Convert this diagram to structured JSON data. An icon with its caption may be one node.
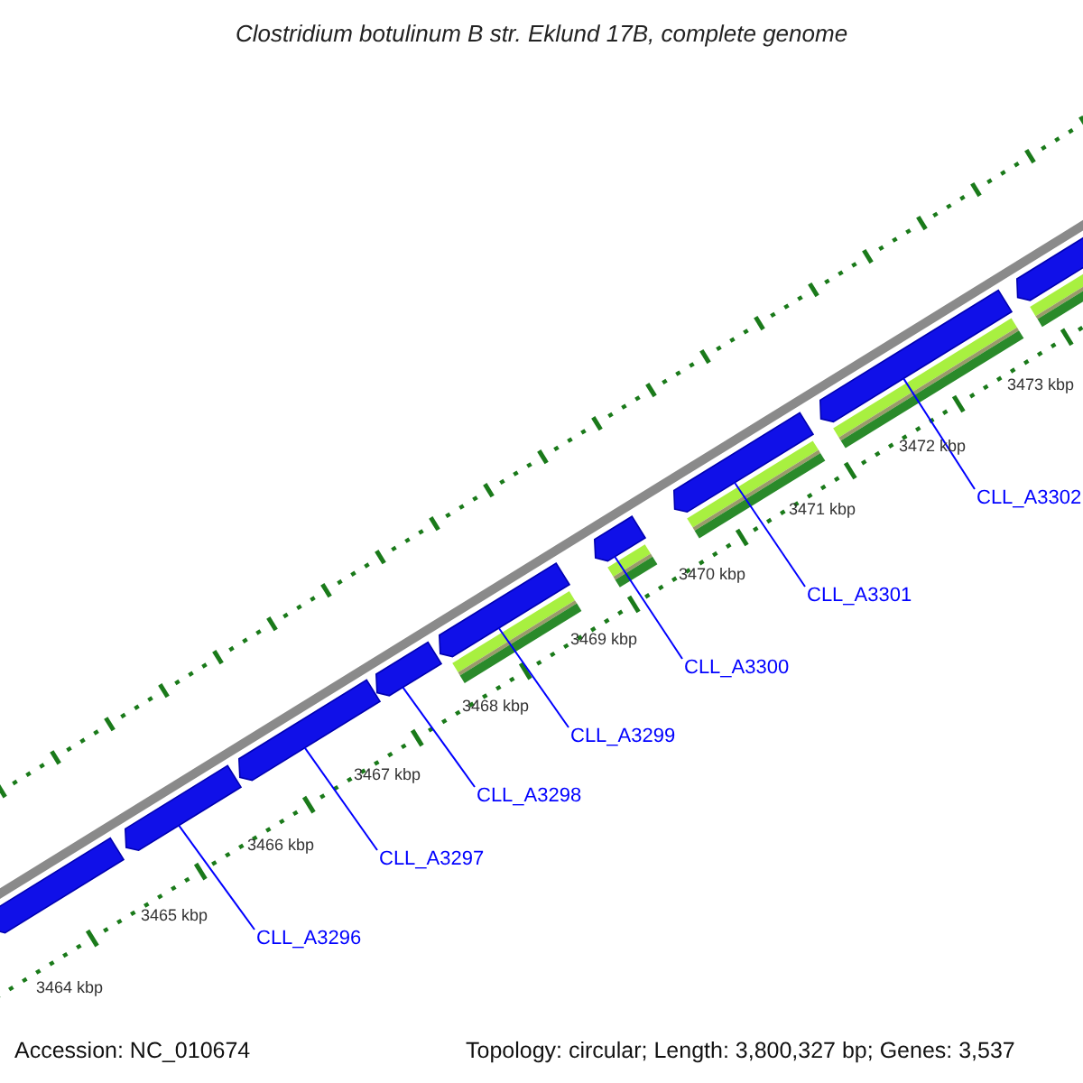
{
  "diagram": {
    "title": "Clostridium botulinum B str. Eklund 17B, complete genome",
    "nodes": [
      {
        "text": [],
        "shape": "bar"
      },
      {
        "text": [],
        "shape": "bar"
      },
      {
        "text": [],
        "shape": "bar"
      },
      {
        "text": [],
        "shape": "bar"
      },
      {
        "text": [],
        "shape": "bar"
      },
      {
        "text": [],
        "shape": "bar"
      },
      {
        "text": [],
        "shape": "bar"
      },
      {
        "text": [],
        "shape": "bar"
      },
      {
        "text": [],
        "shape": "bar"
      },
      {
        "text": [
          "CLL_A3296"
        ]
      },
      {
        "text": [
          "CLL_A3297"
        ]
      },
      {
        "text": [
          "CLL_A3298"
        ]
      },
      {
        "text": [
          "CLL_A3299"
        ]
      },
      {
        "text": [
          "CLL_A3300"
        ]
      },
      {
        "text": [
          "CLL_A3301"
        ]
      },
      {
        "text": [
          "CLL_A3302"
        ]
      }
    ],
    "edges": [
      {
        "from": 9,
        "to": 1,
        "arrow": "none"
      },
      {
        "from": 10,
        "to": 2,
        "arrow": "none"
      },
      {
        "from": 11,
        "to": 3,
        "arrow": "none"
      },
      {
        "from": 12,
        "to": 4,
        "arrow": "none"
      },
      {
        "from": 13,
        "to": 5,
        "arrow": "none"
      },
      {
        "from": 14,
        "to": 6,
        "arrow": "none"
      },
      {
        "from": 15,
        "to": 7,
        "arrow": "none"
      }
    ],
    "labels": [
      "3473 kbp",
      "3472 kbp",
      "3471 kbp",
      "3470 kbp",
      "3469 kbp",
      "3468 kbp",
      "3467 kbp",
      "3466 kbp",
      "3465 kbp",
      "3464 kbp",
      "Accession: NC_010674",
      "Topology: circular; Length: 3,800,327 bp; Genes: 3,537"
    ]
  }
}
